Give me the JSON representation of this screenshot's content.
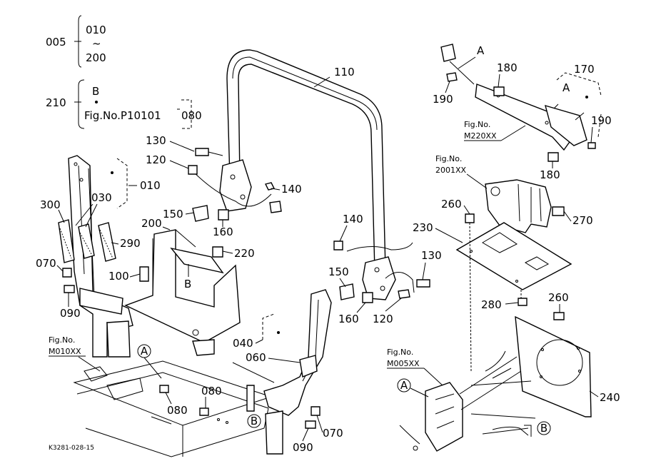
{
  "legend": {
    "range_key": "005",
    "range_start": "010",
    "range_sep": "~",
    "range_end": "200",
    "ref_key": "210",
    "ref_letter": "B",
    "ref_fig": "Fig.No.P10101",
    "ref_part": "080"
  },
  "parts": {
    "p110": "110",
    "p130a": "130",
    "p120a": "120",
    "p140a": "140",
    "p150a": "150",
    "p160a": "160",
    "p010": "010",
    "p030": "030",
    "p300": "300",
    "p290": "290",
    "p200": "200",
    "p220": "220",
    "p100": "100",
    "pB1": "B",
    "p070a": "070",
    "p090a": "090",
    "p040": "040",
    "p060": "060",
    "p080a": "080",
    "p080b": "080",
    "p070b": "070",
    "p090b": "090",
    "p140b": "140",
    "p150b": "150",
    "p130b": "130",
    "p160b": "160",
    "p120b": "120",
    "pA1": "A",
    "p180a": "180",
    "p170": "170",
    "pA2": "A",
    "p190a": "190",
    "p190b": "190",
    "p180b": "180",
    "p260a": "260",
    "p270": "270",
    "p230": "230",
    "p280": "280",
    "p260b": "260",
    "p240": "240"
  },
  "callouts": {
    "circleA1": "A",
    "circleB1": "B",
    "circleA2": "A",
    "circleB2": "B"
  },
  "figrefs": {
    "m220_a": "Fig.No.",
    "m220_b": "M220XX",
    "d2001_a": "Fig.No.",
    "d2001_b": "2001XX",
    "m010_a": "Fig.No.",
    "m010_b": "M010XX",
    "m005_a": "Fig.No.",
    "m005_b": "M005XX"
  },
  "footer": {
    "code": "K3281-028-15"
  }
}
